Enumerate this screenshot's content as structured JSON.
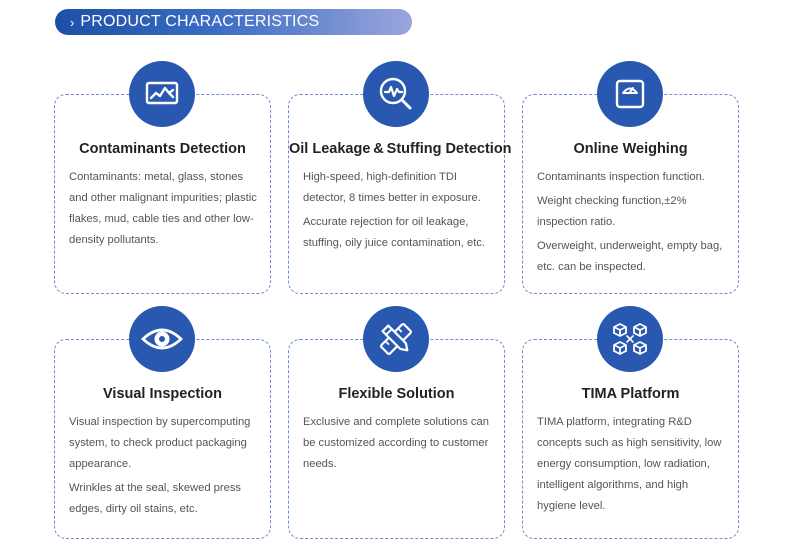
{
  "header": {
    "title": "PRODUCT CHARACTERISTICS"
  },
  "cards": [
    {
      "icon": "waveform-monitor-icon",
      "title": "Contaminants Detection",
      "paragraphs": [
        "Contaminants: metal, glass, stones and other malignant impurities; plastic flakes, mud, cable ties and other low-density pollutants."
      ]
    },
    {
      "icon": "magnifier-pulse-icon",
      "title": "Oil Leakage & Stuffing Detection",
      "paragraphs": [
        "High-speed, high-definition TDI detector, 8 times better in exposure.",
        "Accurate rejection for oil leakage, stuffing, oily juice contamination, etc."
      ]
    },
    {
      "icon": "weighing-scale-icon",
      "title": "Online Weighing",
      "paragraphs": [
        "Contaminants inspection function.",
        "Weight checking function,±2% inspection ratio.",
        "Overweight, underweight, empty bag, etc. can be inspected."
      ]
    },
    {
      "icon": "eye-icon",
      "title": "Visual Inspection",
      "paragraphs": [
        "Visual inspection by supercomputing system, to check product packaging appearance.",
        "Wrinkles at the seal, skewed press edges, dirty oil stains, etc."
      ]
    },
    {
      "icon": "pencil-ruler-icon",
      "title": "Flexible Solution",
      "paragraphs": [
        "Exclusive and complete solutions can be customized according to customer needs."
      ]
    },
    {
      "icon": "network-cubes-icon",
      "title": "TIMA Platform",
      "paragraphs": [
        "TIMA platform, integrating R&D concepts such as high sensitivity, low energy consumption, low radiation, intelligent algorithms, and high hygiene level."
      ]
    }
  ]
}
